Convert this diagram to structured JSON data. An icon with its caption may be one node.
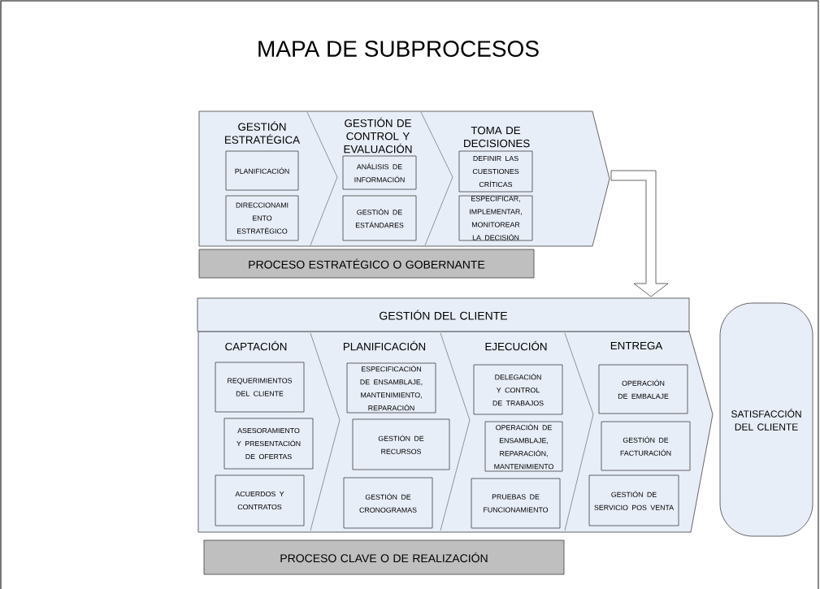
{
  "diagram": {
    "title": "MAPA DE SUBPROCESOS",
    "nodes": [
      {
        "text": [],
        "shape": "chevron"
      },
      {
        "text": [
          "GESTIÓN ESTRATÉGICA"
        ],
        "in": 0
      },
      {
        "text": [
          "PLANIFICACIÓN"
        ],
        "in": 0
      },
      {
        "text": [
          "DIRECCIONAMI ENTO ESTRATÉGICO"
        ],
        "in": 0
      },
      {
        "text": [
          "GESTIÓN DE CONTROL Y EVALUACIÓN"
        ],
        "in": 0
      },
      {
        "text": [
          "ANÁLISIS DE INFORMACIÓN"
        ],
        "in": 0
      },
      {
        "text": [
          "GESTIÓN DE ESTÁNDARES"
        ],
        "in": 0
      },
      {
        "text": [
          "TOMA DE DECISIONES"
        ],
        "in": 0
      },
      {
        "text": [
          "DEFINIR LAS CUESTIONES CRÍTICAS"
        ],
        "in": 0
      },
      {
        "text": [
          "ESPECIFICAR, IMPLEMENTAR, MONITOREAR LA DECISIÓN"
        ],
        "in": 0
      },
      {
        "text": [
          "PROCESO ESTRATÉGICO O GOBERNANTE"
        ]
      },
      {
        "text": [],
        "shape": "chevron"
      },
      {
        "text": [
          "GESTIÓN DEL CLIENTE"
        ]
      },
      {
        "text": [
          "CAPTACIÓN"
        ],
        "in": 11
      },
      {
        "text": [
          "REQUERIMIENTOS DEL CLIENTE"
        ],
        "in": 11
      },
      {
        "text": [
          "ASESORAMIENTO Y PRESENTACIÓN DE OFERTAS"
        ],
        "in": 11
      },
      {
        "text": [
          "ACUERDOS Y CONTRATOS"
        ],
        "in": 11
      },
      {
        "text": [
          "PLANIFICACIÓN"
        ],
        "in": 11
      },
      {
        "text": [
          "ESPECIFICACIÓN DE ENSAMBLAJE, MANTENIMIENTO, REPARACIÓN"
        ],
        "in": 11
      },
      {
        "text": [
          "GESTIÓN DE RECURSOS"
        ],
        "in": 11
      },
      {
        "text": [
          "GESTIÓN DE CRONOGRAMAS"
        ],
        "in": 11
      },
      {
        "text": [
          "EJECUCIÓN"
        ],
        "in": 11
      },
      {
        "text": [
          "DELEGACIÓN Y CONTROL DE TRABAJOS"
        ],
        "in": 11
      },
      {
        "text": [
          "OPERACIÓN DE ENSAMBLAJE, REPARACIÓN, MANTENIMIENTO"
        ],
        "in": 11
      },
      {
        "text": [
          "PRUEBAS DE FUNCIONAMIENTO"
        ],
        "in": 11
      },
      {
        "text": [
          "ENTREGA"
        ],
        "in": 11
      },
      {
        "text": [
          "OPERACIÓN DE EMBALAJE"
        ],
        "in": 11
      },
      {
        "text": [
          "GESTIÓN DE FACTURACIÓN"
        ],
        "in": 11
      },
      {
        "text": [
          "GESTIÓN DE SERVICIO POS VENTA"
        ],
        "in": 11
      },
      {
        "text": [
          "PROCESO CLAVE O DE REALIZACIÓN"
        ]
      },
      {
        "text": [
          "SATISFACCIÓN DEL CLIENTE"
        ]
      }
    ],
    "edges": [
      {
        "from": 0,
        "to": 12,
        "arrow": "to"
      }
    ]
  }
}
